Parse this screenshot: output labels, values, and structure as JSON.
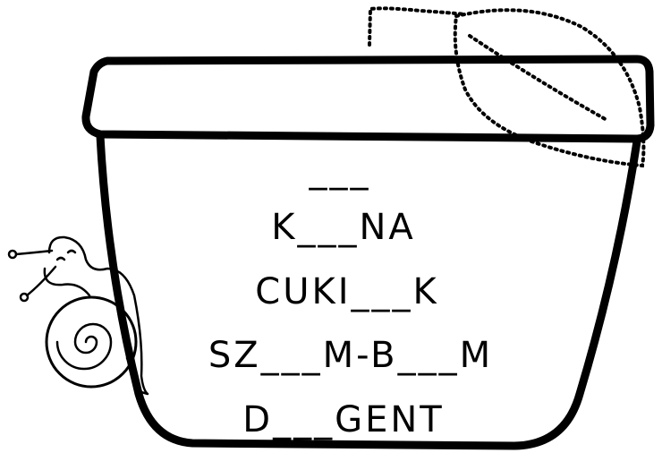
{
  "worksheet": {
    "words": [
      {
        "text": "___"
      },
      {
        "text": "K___NA"
      },
      {
        "text": "CUKI___K"
      },
      {
        "text": "SZ___M-B___M"
      },
      {
        "text": "D___GENT"
      }
    ]
  },
  "colors": {
    "ink": "#000000",
    "background": "#ffffff"
  },
  "icons": [
    "flower-pot-icon",
    "leaf-icon",
    "snail-icon"
  ]
}
